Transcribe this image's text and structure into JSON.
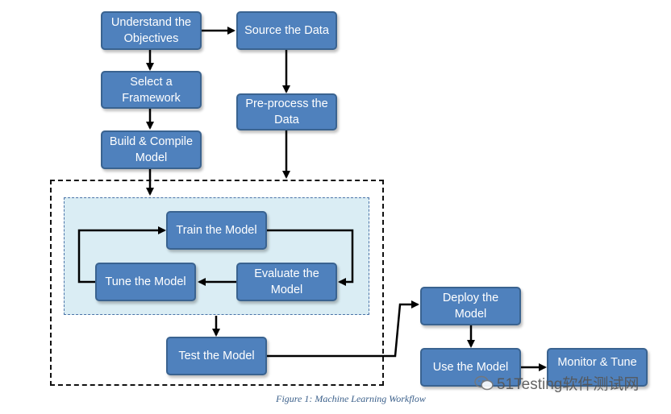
{
  "nodes": {
    "understand": "Understand the\nObjectives",
    "source": "Source the Data",
    "framework": "Select a\nFramework",
    "preprocess": "Pre-process the\nData",
    "build": "Build & Compile\nModel",
    "train": "Train the Model",
    "evaluate": "Evaluate the\nModel",
    "tune": "Tune the Model",
    "test": "Test the Model",
    "deploy": "Deploy the\nModel",
    "use": "Use the Model",
    "monitor": "Monitor & Tune"
  },
  "caption": "Figure 1: Machine Learning Workflow",
  "watermark": "51Testing软件测试网",
  "colors": {
    "node_fill": "#4f81bd",
    "node_border": "#3a6390",
    "inner_container": "#daedf4"
  }
}
